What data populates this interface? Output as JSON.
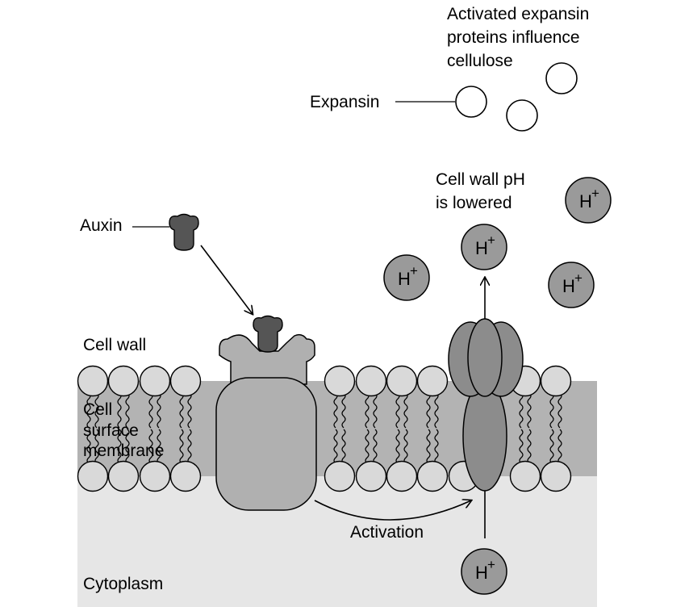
{
  "labels": {
    "activated_line1": "Activated expansin",
    "activated_line2": "proteins influence",
    "activated_line3": "cellulose",
    "expansin": "Expansin",
    "ph_line1": "Cell wall pH",
    "ph_line2": "is lowered",
    "auxin": "Auxin",
    "cell_wall": "Cell wall",
    "membrane_line1": "Cell",
    "membrane_line2": "surface",
    "membrane_line3": "membrane",
    "activation": "Activation",
    "cytoplasm": "Cytoplasm"
  },
  "ion": {
    "symbol": "H",
    "charge": "+"
  },
  "colors": {
    "cytoplasm": "#e6e6e6",
    "membrane_band": "#b3b3b3",
    "phospholipid_head": "#d9d9d9",
    "receptor": "#b0b0b0",
    "auxin": "#555555",
    "pump": "#8c8c8c",
    "proton": "#9a9a9a",
    "expansin": "#ffffff"
  }
}
